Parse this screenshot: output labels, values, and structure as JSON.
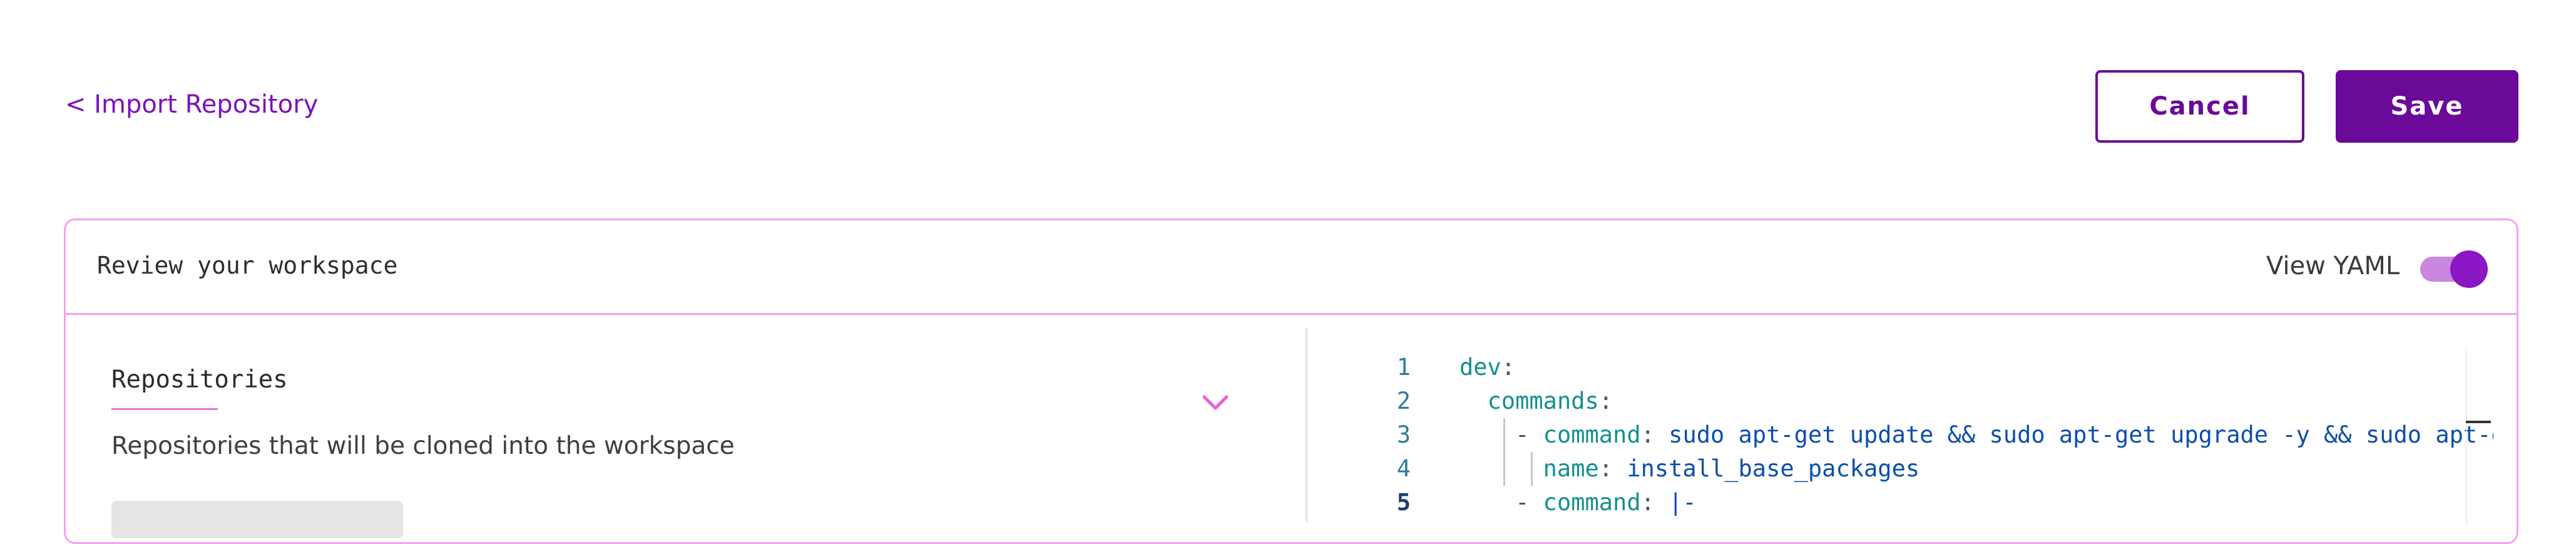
{
  "nav": {
    "back_label": "< Import Repository"
  },
  "actions": {
    "cancel_label": "Cancel",
    "save_label": "Save"
  },
  "panel": {
    "title": "Review your workspace",
    "view_yaml_label": "View YAML",
    "view_yaml_on": true
  },
  "repositories": {
    "title": "Repositories",
    "description": "Repositories that will be cloned into the workspace"
  },
  "editor": {
    "lines": [
      {
        "n": "1",
        "text": "dev:"
      },
      {
        "n": "2",
        "text": "  commands:"
      },
      {
        "n": "3",
        "text": "    - command: sudo apt-get update && sudo apt-get upgrade -y && sudo apt-ge"
      },
      {
        "n": "4",
        "text": "      name: install_base_packages"
      },
      {
        "n": "5",
        "text": "    - command: |-"
      }
    ],
    "active_line": "5"
  },
  "colors": {
    "accent": "#6b0a98",
    "border": "#f2a3ef",
    "toggle_on": "#8a16c4"
  }
}
